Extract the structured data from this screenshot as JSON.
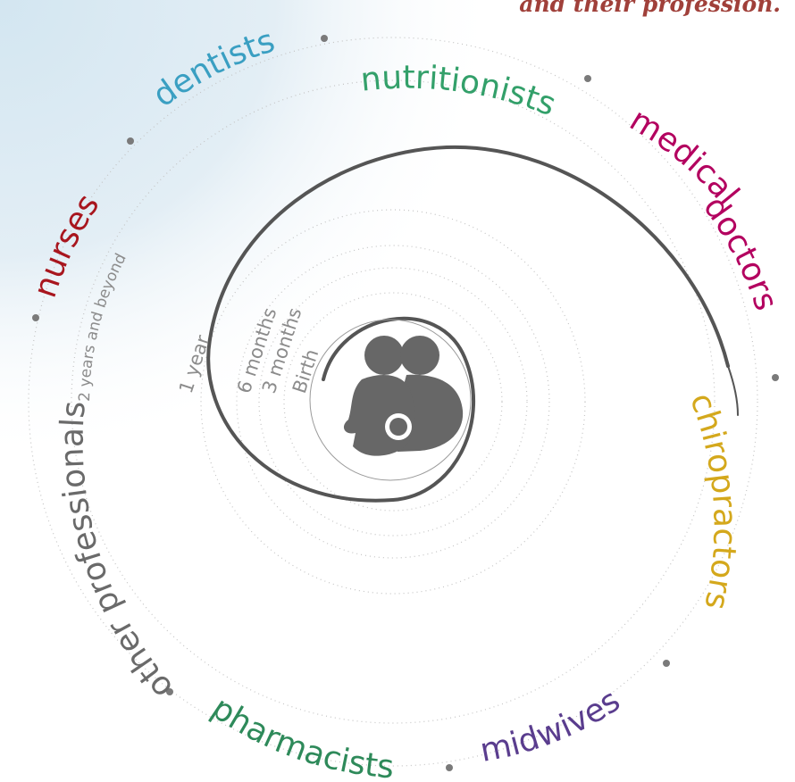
{
  "caption": "and their profession.",
  "professions": [
    {
      "id": "nutritionists",
      "label": "nutritionists",
      "color": "#33a06a"
    },
    {
      "id": "medical",
      "label": "medical",
      "color": "#b3005f"
    },
    {
      "id": "doctors",
      "label": "doctors",
      "color": "#b3005f"
    },
    {
      "id": "chiropractors",
      "label": "chiropractors",
      "color": "#d4a81c"
    },
    {
      "id": "midwives",
      "label": "midwives",
      "color": "#5a3d8e"
    },
    {
      "id": "pharmacists",
      "label": "pharmacists",
      "color": "#2e8a5a"
    },
    {
      "id": "other-professionals",
      "label": "other professionals",
      "color": "#6a6a6a"
    },
    {
      "id": "nurses",
      "label": "nurses",
      "color": "#a8161e"
    },
    {
      "id": "dentists",
      "label": "dentists",
      "color": "#3a9fc2"
    }
  ],
  "ages": {
    "birth": "Birth",
    "three_months": "3 months",
    "six_months": "6 months",
    "one_year": "1 year",
    "two_years": "2 years and beyond"
  },
  "colors": {
    "spiral": "#555555",
    "rings": "#c4c4c4",
    "icon": "#676767",
    "background_glow": "#dbe9f2"
  },
  "icons": [
    "parent-and-child-icon"
  ]
}
